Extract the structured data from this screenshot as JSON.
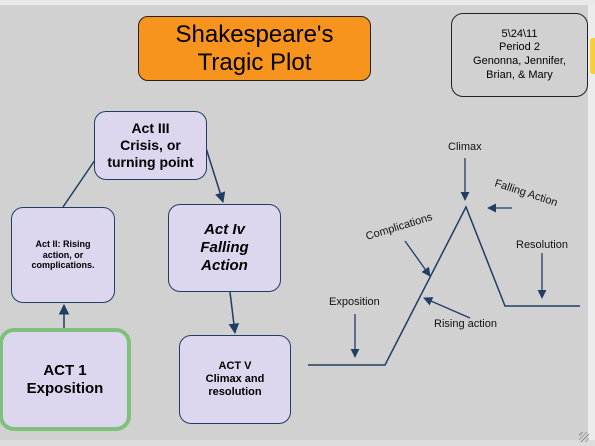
{
  "diagram": {
    "title": "Shakespeare's\nTragic Plot",
    "info": "5\\24\\11\nPeriod 2\nGenonna, Jennifer,\nBrian, & Mary",
    "boxes": {
      "act3": "Act III\nCrisis, or\nturning point",
      "act2": "Act II: Rising\naction, or\ncomplications.",
      "act4": "Act Iv\nFalling\nAction",
      "act1": "ACT 1\nExposition",
      "act5": "ACT V\nClimax and\nresolution"
    },
    "plot_labels": {
      "climax": "Climax",
      "falling_action": "Falling Action",
      "complications": "Complications",
      "resolution": "Resolution",
      "exposition": "Exposition",
      "rising_action": "Rising action"
    }
  },
  "colors": {
    "canvas": "#d1d1d1",
    "title_fill": "#f7941d",
    "box_fill": "#dcd7ef",
    "box_border": "#1f3e63",
    "highlight": "#7fc07a",
    "arrow": "#1f3e63"
  }
}
